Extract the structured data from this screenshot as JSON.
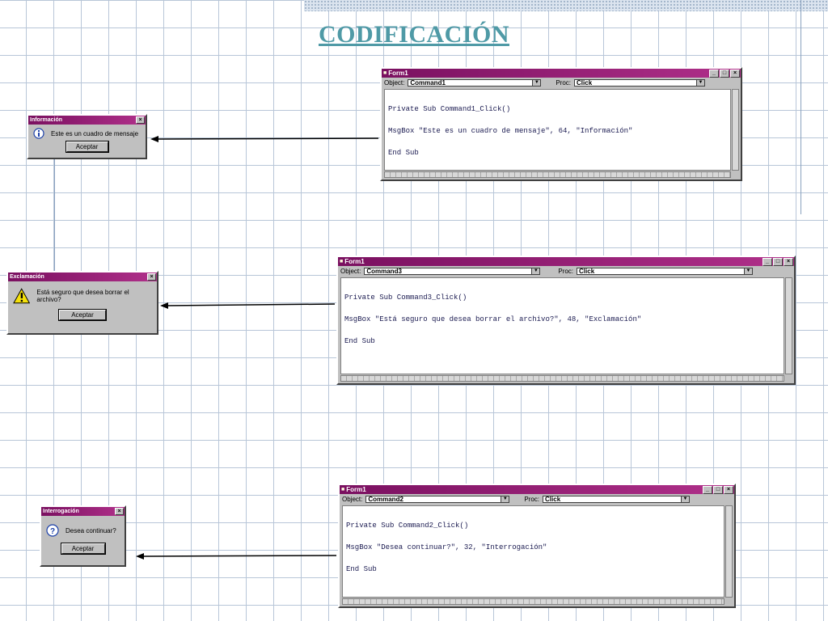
{
  "title": "CODIFICACIÓN",
  "code_windows": [
    {
      "title": "Form1",
      "object_label": "Object:",
      "object_value": "Command1",
      "proc_label": "Proc:",
      "proc_value": "Click",
      "code_lines": [
        "Private Sub Command1_Click()",
        "MsgBox \"Este es un cuadro de mensaje\", 64, \"Información\"",
        "End Sub"
      ]
    },
    {
      "title": "Form1",
      "object_label": "Object:",
      "object_value": "Command3",
      "proc_label": "Proc:",
      "proc_value": "Click",
      "code_lines": [
        "Private Sub Command3_Click()",
        "MsgBox \"Está seguro que desea borrar el archivo?\", 48, \"Exclamación\"",
        "End Sub"
      ]
    },
    {
      "title": "Form1",
      "object_label": "Object:",
      "object_value": "Command2",
      "proc_label": "Proc:",
      "proc_value": "Click",
      "code_lines": [
        "Private Sub Command2_Click()",
        "MsgBox \"Desea continuar?\", 32, \"Interrogación\"",
        "End Sub"
      ]
    }
  ],
  "message_boxes": [
    {
      "title": "Información",
      "icon": "information-icon",
      "text": "Este es un cuadro de mensaje",
      "button": "Aceptar"
    },
    {
      "title": "Exclamación",
      "icon": "exclamation-icon",
      "text": "Está seguro que desea borrar el archivo?",
      "button": "Aceptar"
    },
    {
      "title": "Interrogación",
      "icon": "question-icon",
      "text": "Desea continuar?",
      "button": "Aceptar"
    }
  ],
  "colors": {
    "title": "#4f9aa6",
    "titlebar": "#9b1f7c",
    "grid": "#b8c6d8"
  }
}
